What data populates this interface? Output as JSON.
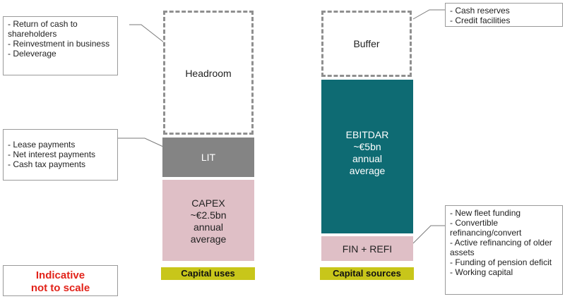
{
  "capital_uses": {
    "headroom": "Headroom",
    "lit": "LIT",
    "capex": [
      "CAPEX",
      "~€2.5bn",
      "annual",
      "average"
    ],
    "label": "Capital uses"
  },
  "capital_sources": {
    "buffer": "Buffer",
    "ebitdar": [
      "EBITDAR",
      "~€5bn",
      "annual",
      "average"
    ],
    "fin_refi": "FIN + REFI",
    "label": "Capital sources"
  },
  "notes": {
    "headroom": [
      "- Return of cash to shareholders",
      "- Reinvestment in business",
      "- Deleverage"
    ],
    "lit": [
      "- Lease payments",
      "- Net interest payments",
      "- Cash tax payments"
    ],
    "buffer": [
      "- Cash reserves",
      "- Credit facilities"
    ],
    "fin_refi": [
      "- New fleet funding",
      "- Convertible refinancing/convert",
      "- Active refinancing of older assets",
      "- Funding of pension deficit",
      "- Working capital"
    ]
  },
  "indicative": [
    "Indicative",
    "not to scale"
  ],
  "colors": {
    "lit": "#848484",
    "capex": "#dfbfc6",
    "ebitdar": "#0e6b73",
    "fin_refi": "#dfbfc6",
    "label_bar": "#c8c61a",
    "indicative_text": "#e2231a",
    "dashed_border": "#8f8f8f"
  }
}
